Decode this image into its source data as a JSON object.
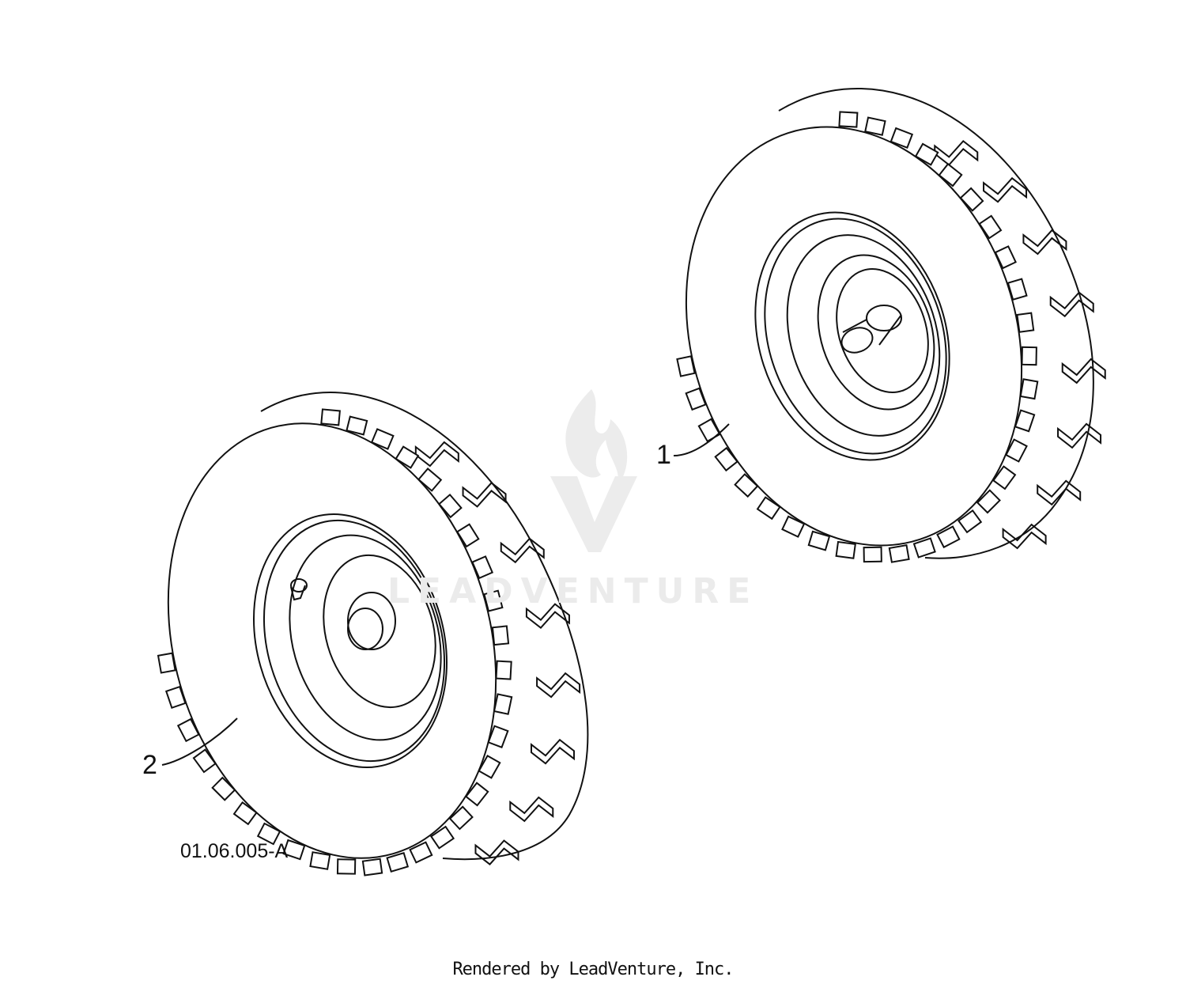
{
  "diagram": {
    "callouts": [
      {
        "id": "1",
        "label": "1"
      },
      {
        "id": "2",
        "label": "2"
      }
    ],
    "drawing_code": "01.06.005-A",
    "credit": "Rendered by LeadVenture, Inc.",
    "watermark": "LEADVENTURE",
    "colors": {
      "line": "#111111",
      "watermark": "#ebebeb",
      "background": "#ffffff"
    }
  }
}
